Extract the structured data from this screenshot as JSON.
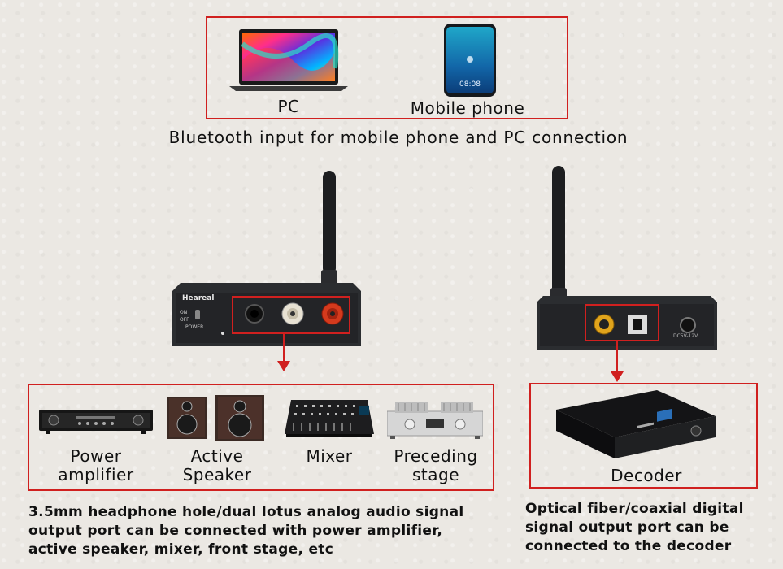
{
  "top": {
    "pc_label": "PC",
    "phone_label": "Mobile phone",
    "phone_time": "08:08",
    "caption": "Bluetooth input for mobile phone and PC connection"
  },
  "left_device": {
    "brand": "Heareal",
    "switch_on": "ON",
    "switch_off": "OFF",
    "power": "POWER"
  },
  "right_device": {
    "power_label": "DC5V-12V"
  },
  "outputs_left": [
    {
      "line1": "Power",
      "line2": "amplifier",
      "icon": "power-amplifier-icon"
    },
    {
      "line1": "Active",
      "line2": "Speaker",
      "icon": "active-speaker-icon"
    },
    {
      "line1": "Mixer",
      "line2": "",
      "icon": "mixer-icon"
    },
    {
      "line1": "Preceding",
      "line2": "stage",
      "icon": "preceding-stage-icon"
    }
  ],
  "outputs_right": {
    "label": "Decoder",
    "icon": "decoder-icon"
  },
  "captions": {
    "left": [
      "3.5mm headphone hole/dual lotus analog audio signal",
      "output port can be connected with power amplifier,",
      "active speaker, mixer, front stage, etc"
    ],
    "right": [
      "Optical fiber/coaxial digital",
      "signal output port can be",
      "connected to the decoder"
    ]
  },
  "colors": {
    "accent_red": "#d0201f",
    "device_body": "#2b2d30",
    "background": "#ebe8e3"
  }
}
